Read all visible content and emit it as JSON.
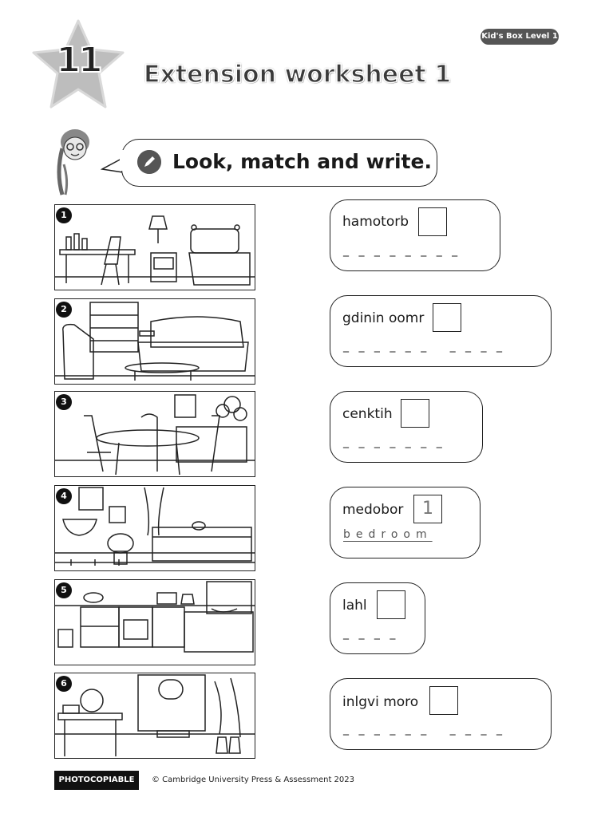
{
  "header": {
    "level_badge": "Kid's Box Level 1",
    "unit_number": "11",
    "title": "Extension worksheet 1"
  },
  "instruction": "Look, match and write.",
  "pictures": [
    {
      "number": "1",
      "icon": "bedroom-picture"
    },
    {
      "number": "2",
      "icon": "living-room-picture"
    },
    {
      "number": "3",
      "icon": "dining-room-picture"
    },
    {
      "number": "4",
      "icon": "bathroom-picture"
    },
    {
      "number": "5",
      "icon": "kitchen-picture"
    },
    {
      "number": "6",
      "icon": "hall-picture"
    }
  ],
  "words": [
    {
      "scrambled": "hamotorb",
      "answer_number": "",
      "blanks": "_ _ _ _ _ _ _ _",
      "written": ""
    },
    {
      "scrambled": "gdinin oomr",
      "answer_number": "",
      "blanks": "_ _ _ _ _ _   _ _ _ _",
      "written": ""
    },
    {
      "scrambled": "cenktih",
      "answer_number": "",
      "blanks": "_ _ _ _ _ _ _",
      "written": ""
    },
    {
      "scrambled": "medobor",
      "answer_number": "1",
      "blanks": "",
      "written": "bedroom"
    },
    {
      "scrambled": "lahl",
      "answer_number": "",
      "blanks": "_ _ _ _",
      "written": ""
    },
    {
      "scrambled": "inlgvi moro",
      "answer_number": "",
      "blanks": "_ _ _ _ _ _   _ _ _ _",
      "written": ""
    }
  ],
  "footer": {
    "badge": "PHOTOCOPIABLE",
    "copyright": "© Cambridge University Press & Assessment 2023"
  }
}
